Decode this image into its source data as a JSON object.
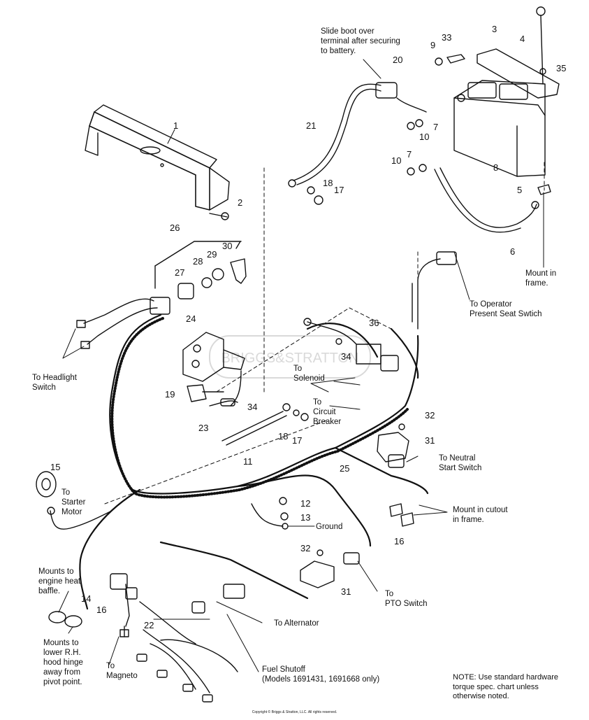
{
  "callouts": {
    "slide_boot": "Slide boot over\nterminal after securing\nto battery.",
    "headlight": "To Headlight\nSwitch",
    "solenoid": "To\nSolenoid",
    "circuit_breaker": "To\nCircuit\nBreaker",
    "operator_seat": "To Operator\nPresent Seat Swtich",
    "mount_frame": "Mount in\nframe.",
    "neutral_start": "To Neutral\nStart Switch",
    "mount_cutout": "Mount in cutout\nin frame.",
    "ground": "Ground",
    "starter_motor": "To\nStarter\nMotor",
    "engine_baffle": "Mounts to\nengine heat\nbaffle.",
    "hood_hinge": "Mounts to\nlower R.H.\nhood hinge\naway from\npivot point.",
    "magneto": "To\nMagneto",
    "alternator": "To Alternator",
    "fuel_shutoff": "Fuel Shutoff\n(Models 1691431, 1691668 only)",
    "pto_switch": "To\nPTO Switch"
  },
  "note": "NOTE: Use standard hardware\ntorque spec. chart unless\notherwise noted.",
  "copyright": "Copyright © Briggs & Stratton, LLC. All rights reserved.",
  "watermark": "BRIGGS&STRATTON",
  "part_numbers": {
    "p1": "1",
    "p2": "2",
    "p3": "3",
    "p4": "4",
    "p5": "5",
    "p6": "6",
    "p7a": "7",
    "p7b": "7",
    "p8": "8",
    "p9": "9",
    "p10a": "10",
    "p10b": "10",
    "p11": "11",
    "p12": "12",
    "p13": "13",
    "p14": "14",
    "p15": "15",
    "p16a": "16",
    "p16b": "16",
    "p17a": "17",
    "p17b": "17",
    "p18a": "18",
    "p18b": "18",
    "p19": "19",
    "p20": "20",
    "p21": "21",
    "p22": "22",
    "p23": "23",
    "p24": "24",
    "p25": "25",
    "p26": "26",
    "p27": "27",
    "p28": "28",
    "p29": "29",
    "p30": "30",
    "p31a": "31",
    "p31b": "31",
    "p32a": "32",
    "p32b": "32",
    "p33": "33",
    "p34a": "34",
    "p34b": "34",
    "p35": "35",
    "p36": "36"
  }
}
